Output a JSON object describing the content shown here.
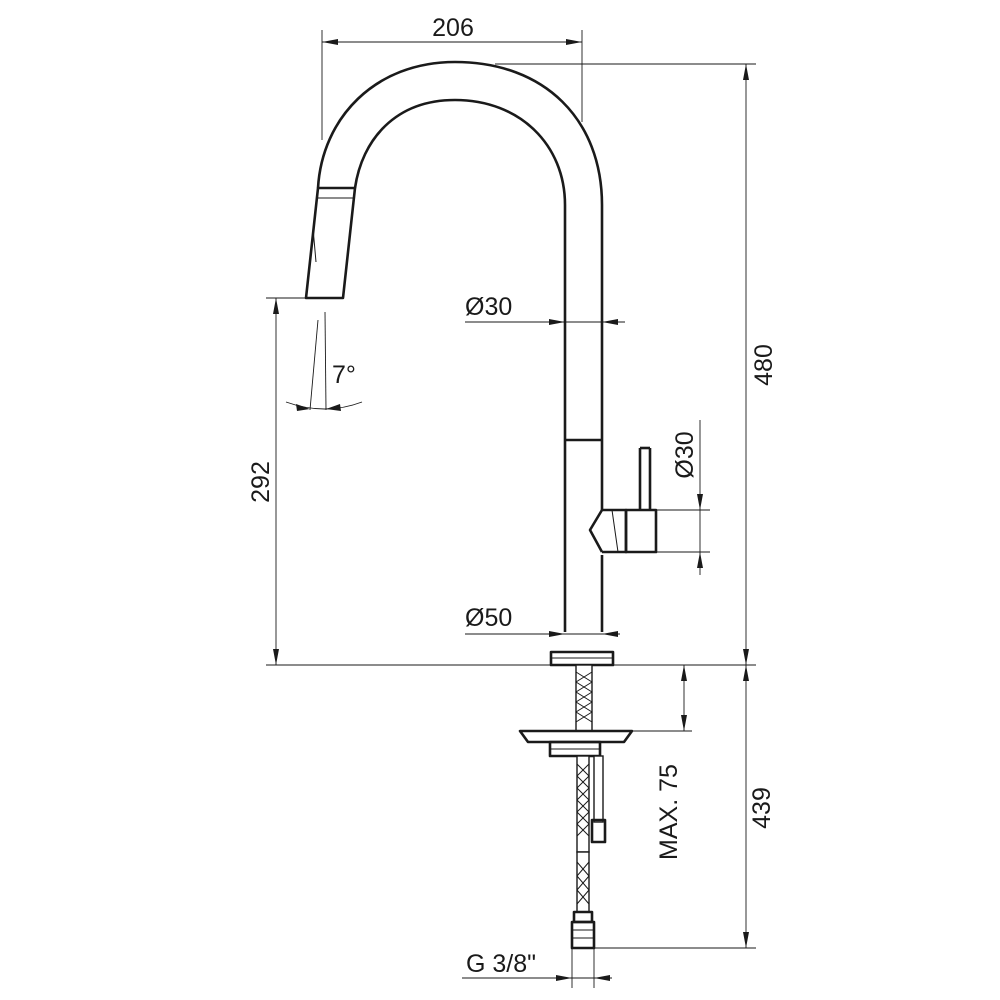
{
  "dimensions": {
    "spout_reach": "206",
    "spout_diameter": "Ø30",
    "spray_angle": "7°",
    "spout_height": "292",
    "total_height": "480",
    "lever_diameter": "Ø30",
    "base_diameter": "Ø50",
    "max_thickness": "MAX. 75",
    "hose_length": "439",
    "connection_thread": "G 3/8\""
  }
}
